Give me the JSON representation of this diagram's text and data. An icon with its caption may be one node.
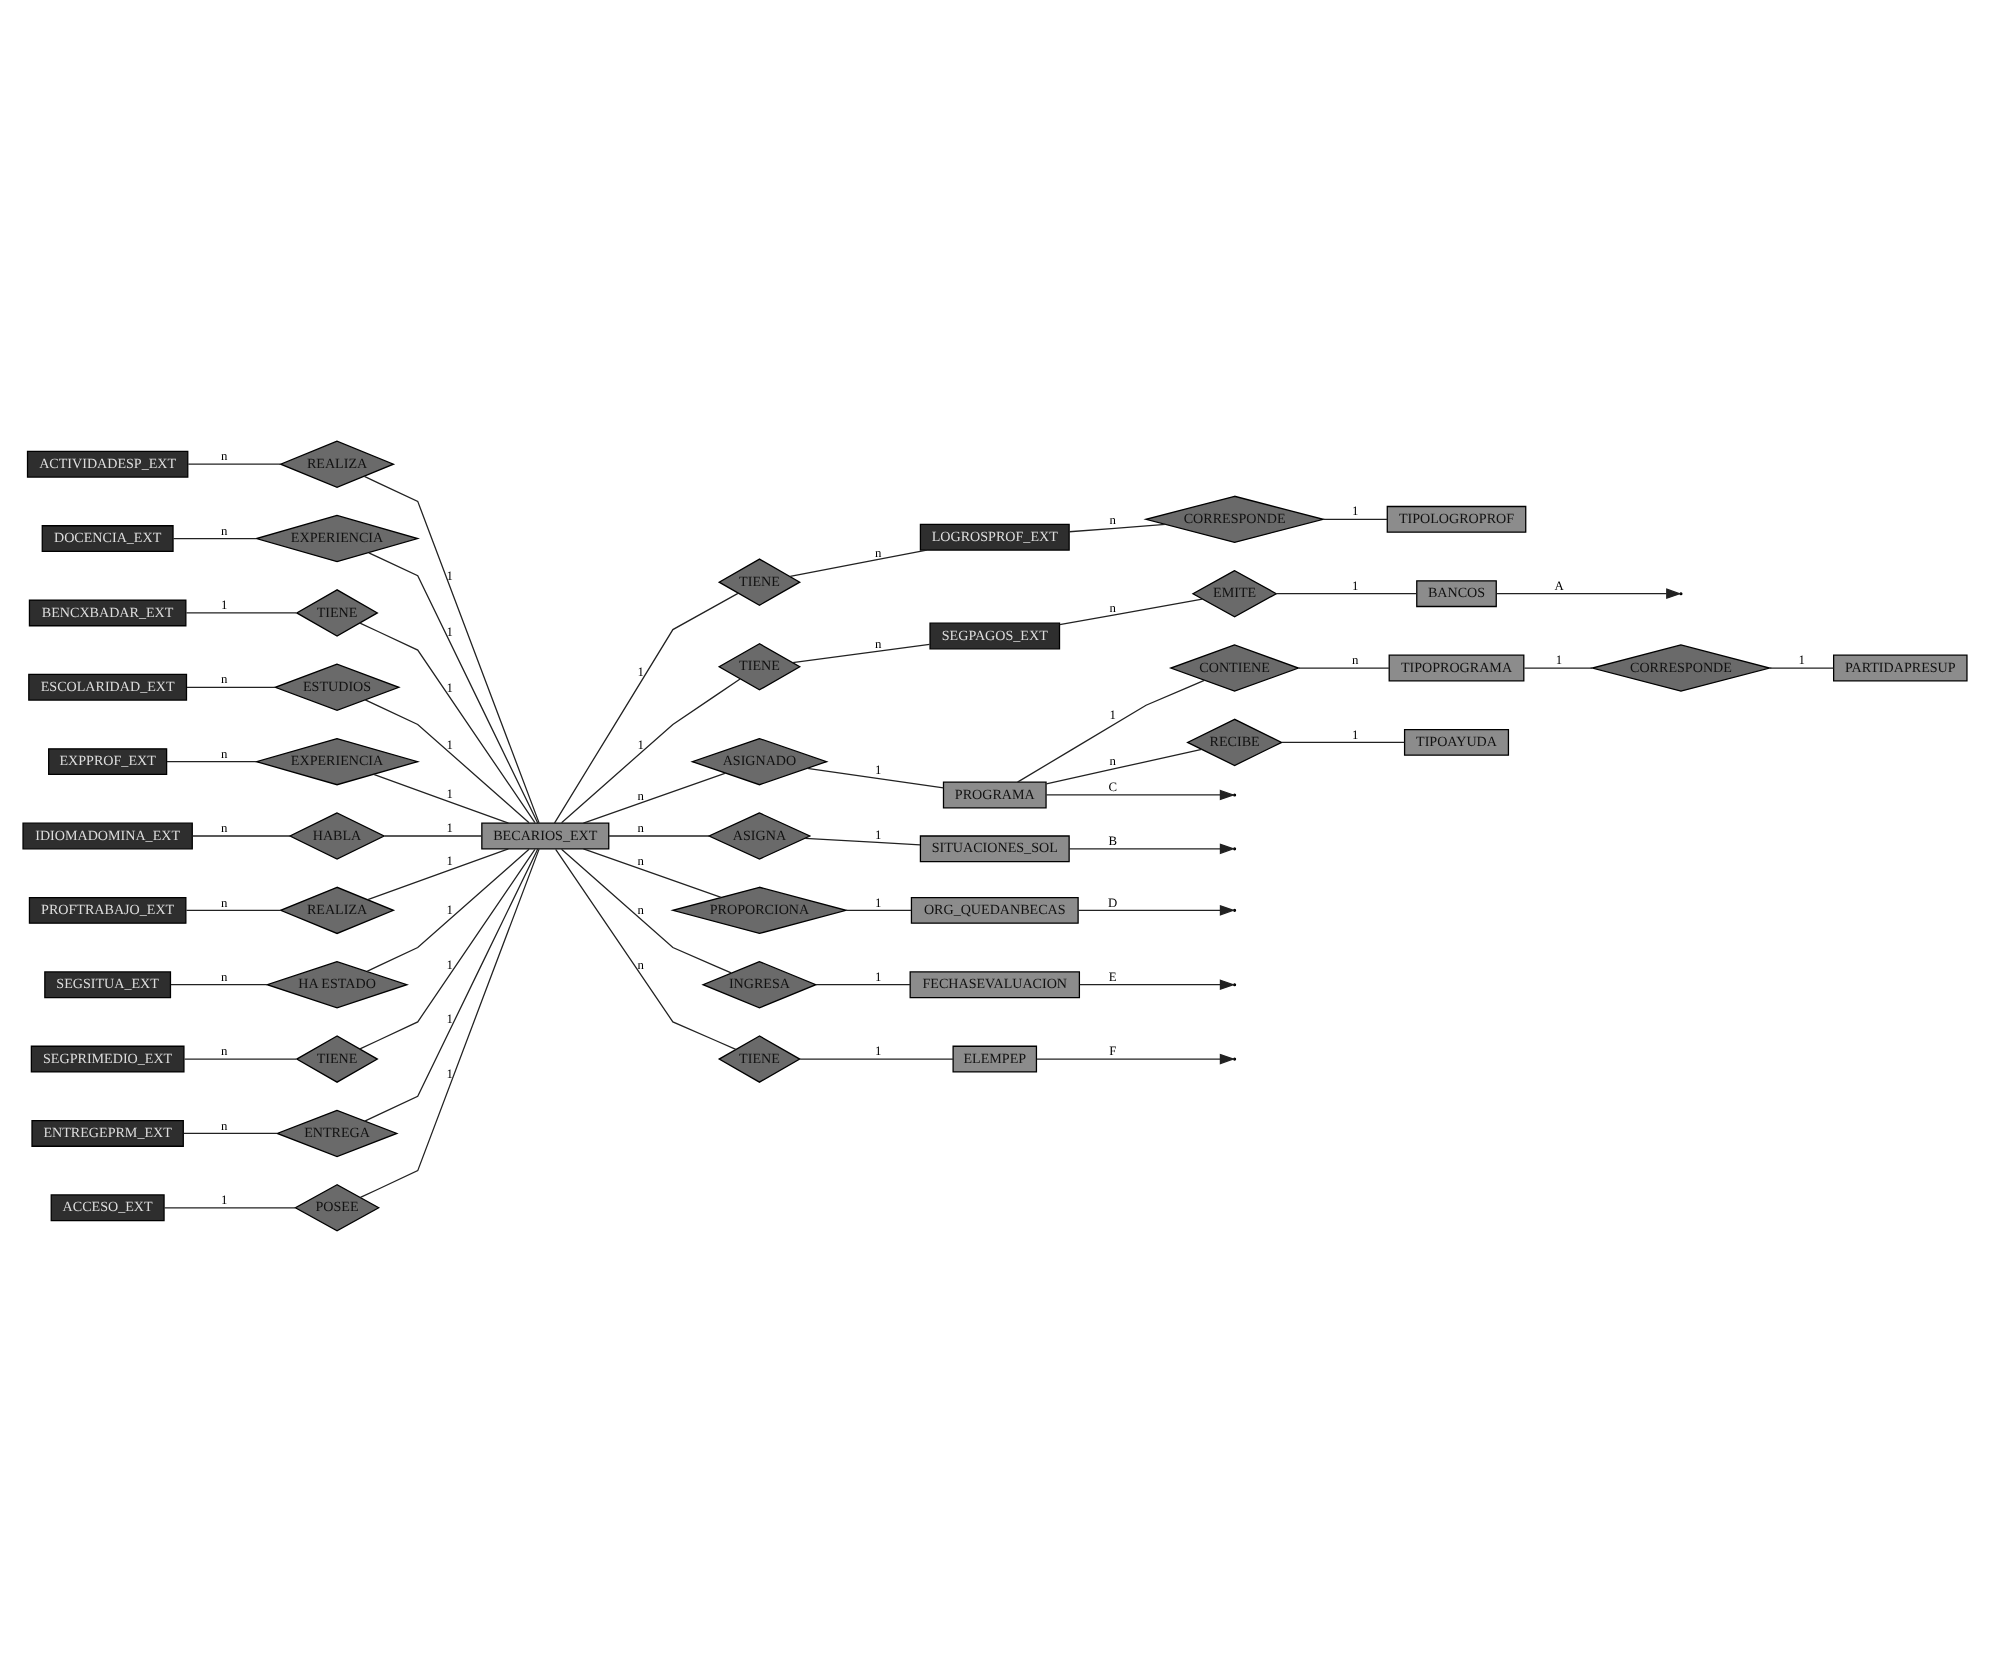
{
  "diagram": {
    "nodes": [
      {
        "text": [
          "ACTIVIDADESP_EXT"
        ]
      },
      {
        "text": [
          "DOCENCIA_EXT"
        ]
      },
      {
        "text": [
          "REALIZA"
        ]
      },
      {
        "text": [
          "EXPERIENCIA"
        ]
      },
      {
        "text": [
          "BENCXBADAR_EXT"
        ]
      },
      {
        "text": [
          "ESCOLARIDAD_EXT"
        ]
      },
      {
        "text": [
          "TIENE"
        ]
      },
      {
        "text": [
          "ESTUDIOS"
        ]
      },
      {
        "text": [
          "EXPPROF_EXT"
        ]
      },
      {
        "text": [
          "IDIOMADOMINA_EXT"
        ]
      },
      {
        "text": [
          "EXPERIENCIA"
        ]
      },
      {
        "text": [
          "HABLA"
        ]
      },
      {
        "text": [
          "PROFTRABAJO_EXT"
        ]
      },
      {
        "text": [
          "SEGSITUA_EXT"
        ]
      },
      {
        "text": [
          "REALIZA"
        ]
      },
      {
        "text": [
          "HA ESTADO"
        ]
      },
      {
        "text": [
          "SEGPRIMEDIO_EXT"
        ]
      },
      {
        "text": [
          "ENTREGEPRM_EXT"
        ]
      },
      {
        "text": [
          "TIENE"
        ]
      },
      {
        "text": [
          "ENTREGA"
        ]
      },
      {
        "text": [
          "ACCESO_EXT"
        ]
      },
      {
        "text": [
          "POSEE"
        ]
      },
      {
        "text": [
          "TIENE"
        ]
      },
      {
        "text": [
          "LOGROSPROF_EXT"
        ]
      },
      {
        "text": [
          "CORRESPONDE"
        ]
      },
      {
        "text": [
          "TIPOLOGROPROF"
        ]
      },
      {
        "text": [
          "TIENE"
        ]
      },
      {
        "text": [
          "SEGPAGOS_EXT"
        ]
      },
      {
        "text": [
          "EMITE"
        ]
      },
      {
        "text": [
          "BANCOS"
        ]
      },
      {
        "text": [
          "BECARIOS_EXT"
        ]
      },
      {
        "text": [
          "ASIGNADO"
        ]
      },
      {
        "text": [
          "ASIGNA"
        ]
      },
      {
        "text": [
          "SITUACIONES_SOL"
        ]
      },
      {
        "text": [
          "PROGRAMA"
        ]
      },
      {
        "text": [
          "PROPORCIONA"
        ]
      },
      {
        "text": [
          "ORG_QUEDANBECAS"
        ]
      },
      {
        "text": [
          "CONTIENE"
        ]
      },
      {
        "text": [
          "INGRESA"
        ]
      },
      {
        "text": [
          "FECHASEVALUACION"
        ]
      },
      {
        "text": [
          "TIPOPROGRAMA"
        ]
      },
      {
        "text": [
          "RECIBE"
        ]
      },
      {
        "text": [
          "CORRESPONDE"
        ]
      },
      {
        "text": [
          "TIENE"
        ]
      },
      {
        "text": [
          "ELEMPEP"
        ]
      },
      {
        "text": [
          "TIPOAYUDA"
        ]
      },
      {
        "text": [
          "PARTIDAPRESUP"
        ]
      }
    ],
    "edges": [
      {
        "from": 0,
        "to": 2,
        "arrow": "none",
        "label": "n"
      },
      {
        "from": 2,
        "to": 30,
        "arrow": "none",
        "label": "1"
      },
      {
        "from": 1,
        "to": 3,
        "arrow": "none",
        "label": "n"
      },
      {
        "from": 3,
        "to": 30,
        "arrow": "none",
        "label": "1"
      },
      {
        "from": 4,
        "to": 6,
        "arrow": "none",
        "label": "1"
      },
      {
        "from": 6,
        "to": 30,
        "arrow": "none",
        "label": "1"
      },
      {
        "from": 5,
        "to": 7,
        "arrow": "none",
        "label": "n"
      },
      {
        "from": 7,
        "to": 30,
        "arrow": "none",
        "label": "1"
      },
      {
        "from": 8,
        "to": 10,
        "arrow": "none",
        "label": "n"
      },
      {
        "from": 10,
        "to": 30,
        "arrow": "none",
        "label": "1"
      },
      {
        "from": 9,
        "to": 11,
        "arrow": "none",
        "label": "n"
      },
      {
        "from": 11,
        "to": 30,
        "arrow": "none",
        "label": "1"
      },
      {
        "from": 12,
        "to": 14,
        "arrow": "none",
        "label": "n"
      },
      {
        "from": 14,
        "to": 30,
        "arrow": "none",
        "label": "1"
      },
      {
        "from": 13,
        "to": 15,
        "arrow": "none",
        "label": "n"
      },
      {
        "from": 15,
        "to": 30,
        "arrow": "none",
        "label": "1"
      },
      {
        "from": 16,
        "to": 18,
        "arrow": "none",
        "label": "n"
      },
      {
        "from": 18,
        "to": 30,
        "arrow": "none",
        "label": "1"
      },
      {
        "from": 17,
        "to": 19,
        "arrow": "none",
        "label": "n"
      },
      {
        "from": 19,
        "to": 30,
        "arrow": "none",
        "label": "1"
      },
      {
        "from": 20,
        "to": 21,
        "arrow": "none",
        "label": "1"
      },
      {
        "from": 21,
        "to": 30,
        "arrow": "none",
        "label": "1"
      },
      {
        "from": 30,
        "to": 22,
        "arrow": "none",
        "label": "1"
      },
      {
        "from": 22,
        "to": 23,
        "arrow": "none",
        "label": "n"
      },
      {
        "from": 30,
        "to": 26,
        "arrow": "none",
        "label": "1"
      },
      {
        "from": 26,
        "to": 27,
        "arrow": "none",
        "label": "n"
      },
      {
        "from": 23,
        "to": 24,
        "arrow": "none",
        "label": "n"
      },
      {
        "from": 24,
        "to": 25,
        "arrow": "none",
        "label": "1"
      },
      {
        "from": 27,
        "to": 28,
        "arrow": "none",
        "label": "n"
      },
      {
        "from": 28,
        "to": 29,
        "arrow": "none",
        "label": "1"
      },
      {
        "from": 30,
        "to": 31,
        "arrow": "none",
        "label": "n"
      },
      {
        "from": 31,
        "to": 34,
        "arrow": "none",
        "label": "1"
      },
      {
        "from": 30,
        "to": 32,
        "arrow": "none",
        "label": "n"
      },
      {
        "from": 32,
        "to": 33,
        "arrow": "none",
        "label": "1"
      },
      {
        "from": 30,
        "to": 35,
        "arrow": "none",
        "label": "n"
      },
      {
        "from": 35,
        "to": 36,
        "arrow": "none",
        "label": "1"
      },
      {
        "from": 30,
        "to": 38,
        "arrow": "none",
        "label": "n"
      },
      {
        "from": 38,
        "to": 39,
        "arrow": "none",
        "label": "1"
      },
      {
        "from": 30,
        "to": 43,
        "arrow": "none",
        "label": "n"
      },
      {
        "from": 43,
        "to": 44,
        "arrow": "none",
        "label": "1"
      },
      {
        "from": 34,
        "to": 37,
        "arrow": "none",
        "label": "1"
      },
      {
        "from": 37,
        "to": 40,
        "arrow": "none",
        "label": "n"
      },
      {
        "from": 40,
        "to": 42,
        "arrow": "none",
        "label": "1"
      },
      {
        "from": 42,
        "to": 46,
        "arrow": "none",
        "label": "1"
      },
      {
        "from": 34,
        "to": 41,
        "arrow": "none",
        "label": "n"
      },
      {
        "from": 41,
        "to": 45,
        "arrow": "none",
        "label": "1"
      },
      {
        "from": 29,
        "to": null,
        "arrow": "to",
        "label": "A"
      },
      {
        "from": 33,
        "to": null,
        "arrow": "to",
        "label": "B"
      },
      {
        "from": 34,
        "to": null,
        "arrow": "to",
        "label": "C"
      },
      {
        "from": 36,
        "to": null,
        "arrow": "to",
        "label": "D"
      },
      {
        "from": 39,
        "to": null,
        "arrow": "to",
        "label": "E"
      },
      {
        "from": 44,
        "to": null,
        "arrow": "to",
        "label": "F"
      }
    ]
  }
}
